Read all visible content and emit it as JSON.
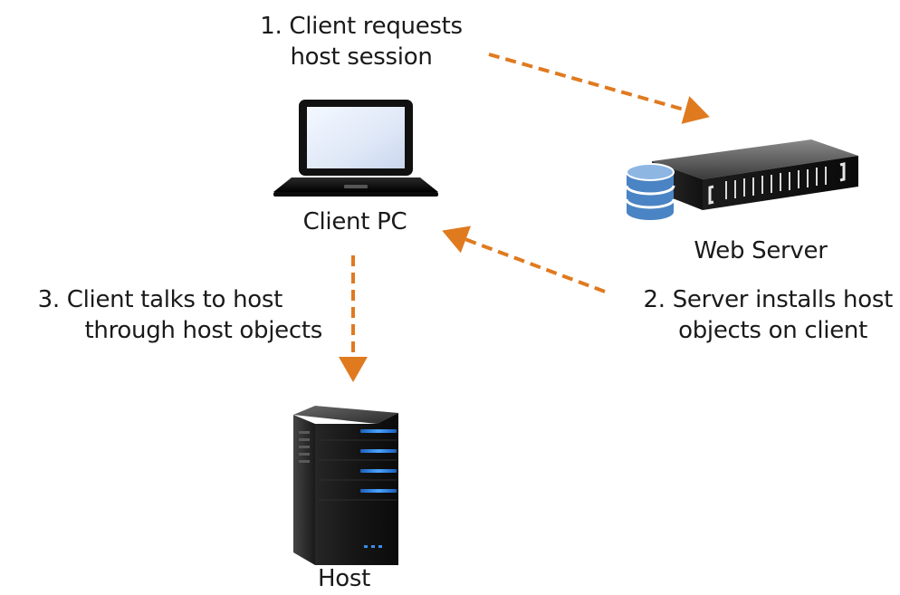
{
  "steps": {
    "step1": {
      "line1": "1. Client requests",
      "line2": "host session"
    },
    "step2": {
      "line1": "2. Server installs host",
      "line2": "objects on client"
    },
    "step3": {
      "line1": "3. Client talks to host",
      "line2": "through host objects"
    }
  },
  "nodes": {
    "client_pc": {
      "label": "Client PC",
      "icon": "laptop-icon"
    },
    "web_server": {
      "label": "Web Server",
      "icon": "rack-server-icon"
    },
    "host": {
      "label": "Host",
      "icon": "tower-server-icon"
    }
  },
  "colors": {
    "arrow": "#e07a1f",
    "text": "#1a1a1a",
    "server_led": "#2f86e8",
    "database": "#4a84c4"
  }
}
